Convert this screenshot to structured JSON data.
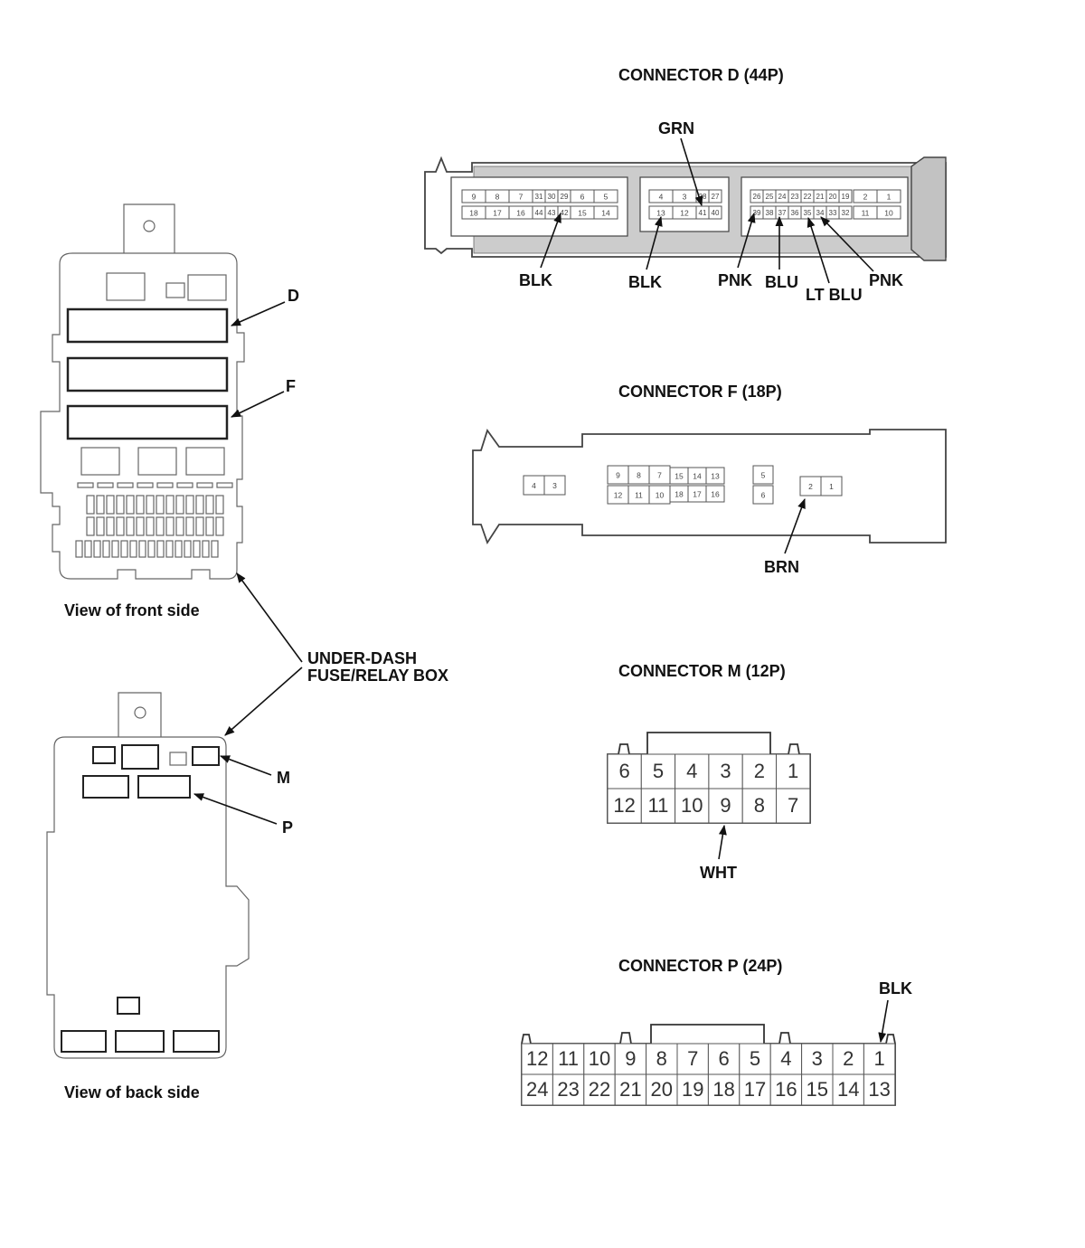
{
  "connector_d": {
    "title": "CONNECTOR D (44P)",
    "wires": {
      "grn": "GRN",
      "blk1": "BLK",
      "blk2": "BLK",
      "pnk1": "PNK",
      "blu": "BLU",
      "lt_blu": "LT BLU",
      "pnk2": "PNK"
    },
    "pins": {
      "left_top_a": [
        "9",
        "8",
        "7"
      ],
      "left_top_b": [
        "31",
        "30",
        "29"
      ],
      "left_top_c": [
        "6",
        "5"
      ],
      "left_bot_a": [
        "18",
        "17",
        "16"
      ],
      "left_bot_b": [
        "44",
        "43",
        "42"
      ],
      "left_bot_c": [
        "15",
        "14"
      ],
      "mid_top_a": [
        "4",
        "3"
      ],
      "mid_top_b": [
        "28",
        "27"
      ],
      "mid_bot_a": [
        "13",
        "12"
      ],
      "mid_bot_b": [
        "41",
        "40"
      ],
      "right_top_a": [
        "26",
        "25",
        "24",
        "23",
        "22",
        "21",
        "20",
        "19"
      ],
      "right_top_b": [
        "2",
        "1"
      ],
      "right_bot_a": [
        "39",
        "38",
        "37",
        "36",
        "35",
        "34",
        "33",
        "32"
      ],
      "right_bot_b": [
        "11",
        "10"
      ]
    }
  },
  "connector_f": {
    "title": "CONNECTOR F (18P)",
    "wires": {
      "brn": "BRN"
    },
    "pins": {
      "g1": [
        "4",
        "3"
      ],
      "g2_top_a": [
        "9",
        "8",
        "7"
      ],
      "g2_top_b": [
        "15",
        "14",
        "13"
      ],
      "g2_bot_a": [
        "12",
        "11",
        "10"
      ],
      "g2_bot_b": [
        "18",
        "17",
        "16"
      ],
      "g3": [
        "5",
        "6"
      ],
      "g4": [
        "2",
        "1"
      ]
    }
  },
  "connector_m": {
    "title": "CONNECTOR M (12P)",
    "wires": {
      "wht": "WHT"
    },
    "pins": {
      "top": [
        "6",
        "5",
        "4",
        "3",
        "2",
        "1"
      ],
      "bottom": [
        "12",
        "11",
        "10",
        "9",
        "8",
        "7"
      ]
    }
  },
  "connector_p": {
    "title": "CONNECTOR P (24P)",
    "wires": {
      "blk": "BLK"
    },
    "pins": {
      "top": [
        "12",
        "11",
        "10",
        "9",
        "8",
        "7",
        "6",
        "5",
        "4",
        "3",
        "2",
        "1"
      ],
      "bottom": [
        "24",
        "23",
        "22",
        "21",
        "20",
        "19",
        "18",
        "17",
        "16",
        "15",
        "14",
        "13"
      ]
    }
  },
  "fuse_box": {
    "front_caption": "View of front side",
    "back_caption": "View of back side",
    "name_line1": "UNDER-DASH",
    "name_line2": "FUSE/RELAY BOX",
    "labels": {
      "d": "D",
      "f": "F",
      "m": "M",
      "p": "P"
    }
  }
}
